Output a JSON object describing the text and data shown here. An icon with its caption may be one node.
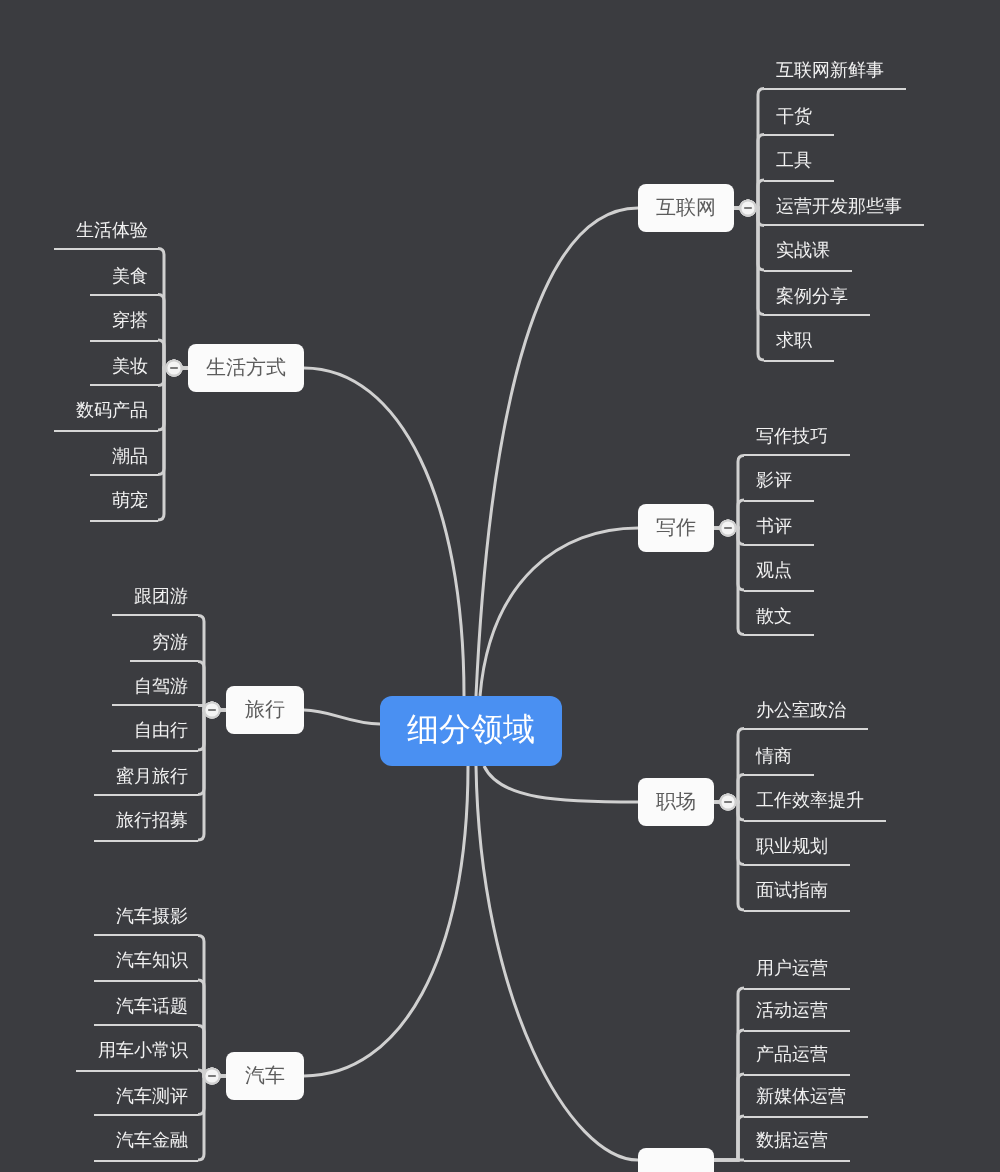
{
  "diagram": {
    "nodes": [
      {
        "text": [
          "细分领域"
        ]
      },
      {
        "text": [
          "互联网"
        ]
      },
      {
        "text": [
          "互联网新鲜事"
        ]
      },
      {
        "text": [
          "干货"
        ]
      },
      {
        "text": [
          "工具"
        ]
      },
      {
        "text": [
          "运营开发那些事"
        ]
      },
      {
        "text": [
          "实战课"
        ]
      },
      {
        "text": [
          "案例分享"
        ]
      },
      {
        "text": [
          "求职"
        ]
      },
      {
        "text": [
          "生活方式"
        ]
      },
      {
        "text": [
          "生活体验"
        ]
      },
      {
        "text": [
          "美食"
        ]
      },
      {
        "text": [
          "穿搭"
        ]
      },
      {
        "text": [
          "美妆"
        ]
      },
      {
        "text": [
          "数码产品"
        ]
      },
      {
        "text": [
          "潮品"
        ]
      },
      {
        "text": [
          "萌宠"
        ]
      },
      {
        "text": [
          "写作"
        ]
      },
      {
        "text": [
          "写作技巧"
        ]
      },
      {
        "text": [
          "影评"
        ]
      },
      {
        "text": [
          "书评"
        ]
      },
      {
        "text": [
          "观点"
        ]
      },
      {
        "text": [
          "散文"
        ]
      },
      {
        "text": [
          "旅行"
        ]
      },
      {
        "text": [
          "跟团游"
        ]
      },
      {
        "text": [
          "穷游"
        ]
      },
      {
        "text": [
          "自驾游"
        ]
      },
      {
        "text": [
          "自由行"
        ]
      },
      {
        "text": [
          "蜜月旅行"
        ]
      },
      {
        "text": [
          "旅行招募"
        ]
      },
      {
        "text": [
          "职场"
        ]
      },
      {
        "text": [
          "办公室政治"
        ]
      },
      {
        "text": [
          "情商"
        ]
      },
      {
        "text": [
          "工作效率提升"
        ]
      },
      {
        "text": [
          "职业规划"
        ]
      },
      {
        "text": [
          "面试指南"
        ]
      },
      {
        "text": [
          "汽车"
        ]
      },
      {
        "text": [
          "汽车摄影"
        ]
      },
      {
        "text": [
          "汽车知识"
        ]
      },
      {
        "text": [
          "汽车话题"
        ]
      },
      {
        "text": [
          "用车小常识"
        ]
      },
      {
        "text": [
          "汽车测评"
        ]
      },
      {
        "text": [
          "汽车金融"
        ]
      },
      {
        "text": [],
        "shape": "box"
      },
      {
        "text": [
          "用户运营"
        ]
      },
      {
        "text": [
          "活动运营"
        ]
      },
      {
        "text": [
          "产品运营"
        ]
      },
      {
        "text": [
          "新媒体运营"
        ]
      },
      {
        "text": [
          "数据运营"
        ]
      }
    ],
    "edges": [
      {
        "from": 0,
        "to": 1,
        "arrow": "none"
      },
      {
        "from": 1,
        "to": 2,
        "arrow": "other"
      },
      {
        "from": 1,
        "to": 3,
        "arrow": "other"
      },
      {
        "from": 1,
        "to": 4,
        "arrow": "other"
      },
      {
        "from": 1,
        "to": 5,
        "arrow": "other"
      },
      {
        "from": 1,
        "to": 6,
        "arrow": "other"
      },
      {
        "from": 1,
        "to": 7,
        "arrow": "other"
      },
      {
        "from": 1,
        "to": 8,
        "arrow": "other"
      },
      {
        "from": 0,
        "to": 9,
        "arrow": "none"
      },
      {
        "from": 9,
        "to": 10,
        "arrow": "other"
      },
      {
        "from": 9,
        "to": 11,
        "arrow": "other"
      },
      {
        "from": 9,
        "to": 12,
        "arrow": "other"
      },
      {
        "from": 9,
        "to": 13,
        "arrow": "other"
      },
      {
        "from": 9,
        "to": 14,
        "arrow": "other"
      },
      {
        "from": 9,
        "to": 15,
        "arrow": "other"
      },
      {
        "from": 9,
        "to": 16,
        "arrow": "other"
      },
      {
        "from": 0,
        "to": 17,
        "arrow": "none"
      },
      {
        "from": 17,
        "to": 18,
        "arrow": "other"
      },
      {
        "from": 17,
        "to": 19,
        "arrow": "other"
      },
      {
        "from": 17,
        "to": 20,
        "arrow": "other"
      },
      {
        "from": 17,
        "to": 21,
        "arrow": "other"
      },
      {
        "from": 17,
        "to": 22,
        "arrow": "other"
      },
      {
        "from": 0,
        "to": 23,
        "arrow": "none"
      },
      {
        "from": 23,
        "to": 24,
        "arrow": "other"
      },
      {
        "from": 23,
        "to": 25,
        "arrow": "other"
      },
      {
        "from": 23,
        "to": 26,
        "arrow": "other"
      },
      {
        "from": 23,
        "to": 27,
        "arrow": "other"
      },
      {
        "from": 23,
        "to": 28,
        "arrow": "other"
      },
      {
        "from": 23,
        "to": 29,
        "arrow": "other"
      },
      {
        "from": 0,
        "to": 30,
        "arrow": "none"
      },
      {
        "from": 30,
        "to": 31,
        "arrow": "other"
      },
      {
        "from": 30,
        "to": 32,
        "arrow": "other"
      },
      {
        "from": 30,
        "to": 33,
        "arrow": "other"
      },
      {
        "from": 30,
        "to": 34,
        "arrow": "other"
      },
      {
        "from": 30,
        "to": 35,
        "arrow": "other"
      },
      {
        "from": 0,
        "to": 36,
        "arrow": "none"
      },
      {
        "from": 36,
        "to": 37,
        "arrow": "other"
      },
      {
        "from": 36,
        "to": 38,
        "arrow": "other"
      },
      {
        "from": 36,
        "to": 39,
        "arrow": "other"
      },
      {
        "from": 36,
        "to": 40,
        "arrow": "other"
      },
      {
        "from": 36,
        "to": 41,
        "arrow": "other"
      },
      {
        "from": 36,
        "to": 42,
        "arrow": "other"
      },
      {
        "from": 0,
        "to": 43,
        "arrow": "none"
      },
      {
        "from": 43,
        "to": 44,
        "arrow": "none"
      },
      {
        "from": 43,
        "to": 45,
        "arrow": "none"
      },
      {
        "from": 43,
        "to": 46,
        "arrow": "none"
      },
      {
        "from": 43,
        "to": 47,
        "arrow": "none"
      },
      {
        "from": 43,
        "to": 48,
        "arrow": "none"
      }
    ]
  }
}
